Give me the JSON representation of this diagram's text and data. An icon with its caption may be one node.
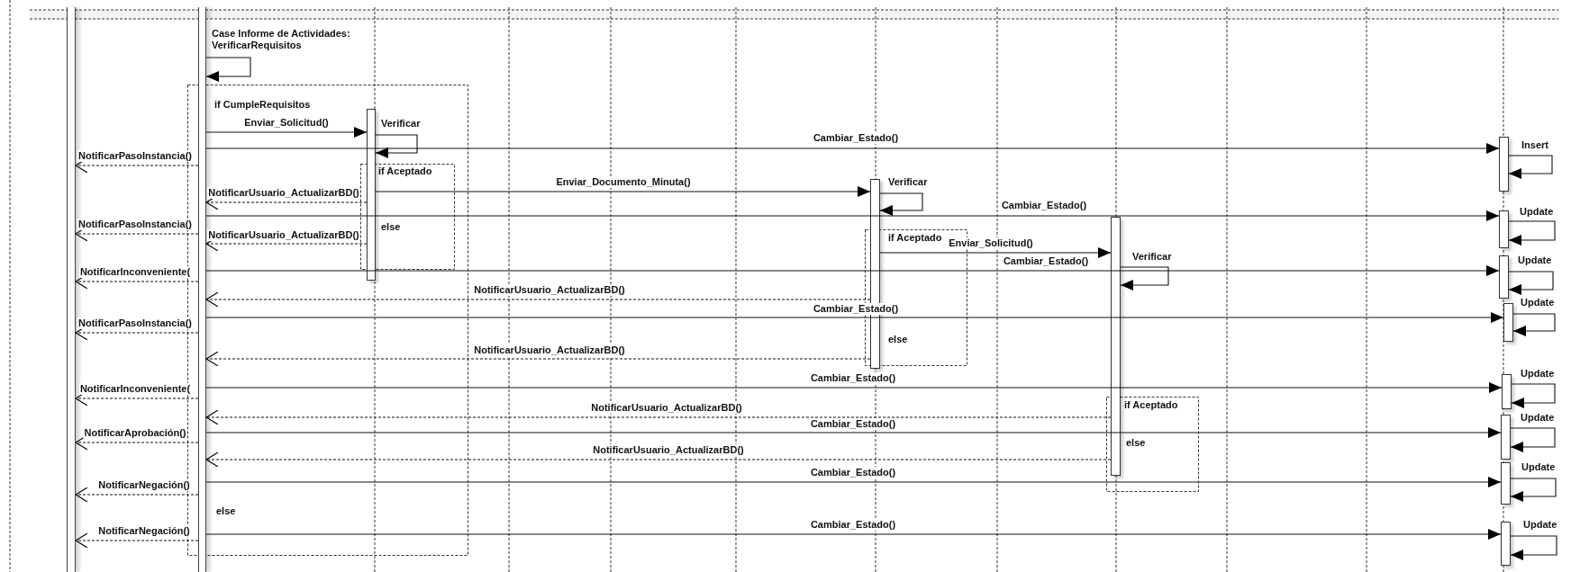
{
  "diagram": {
    "nodes": [
      {
        "text": [],
        "shape": "bar"
      },
      {
        "text": [],
        "shape": "bar"
      },
      {
        "text": [],
        "shape": "bar"
      },
      {
        "text": [],
        "shape": "bar"
      },
      {
        "text": [],
        "shape": "bar"
      },
      {
        "text": [],
        "shape": "bar"
      },
      {
        "text": [],
        "shape": "bar"
      },
      {
        "text": [],
        "shape": "bar"
      },
      {
        "text": [],
        "shape": "bar"
      },
      {
        "text": [],
        "shape": "bar"
      },
      {
        "text": [],
        "shape": "bar"
      },
      {
        "text": [],
        "shape": "bar"
      },
      {
        "text": [],
        "shape": "bar"
      }
    ],
    "edges": [
      {
        "from": 1,
        "to": 1,
        "arrow": "to",
        "label": "Case Informe de Actividades: VerificarRequisitos"
      },
      {
        "from": 1,
        "to": 2,
        "arrow": "to",
        "label": "Enviar_Solicitud()"
      },
      {
        "from": 2,
        "to": 2,
        "arrow": "to",
        "label": "Verificar"
      },
      {
        "from": 1,
        "to": 5,
        "arrow": "to",
        "label": "Cambiar_Estado()"
      },
      {
        "from": 5,
        "to": 5,
        "arrow": "to",
        "label": "Insert"
      },
      {
        "from": 1,
        "to": 0,
        "arrow": "to",
        "label": "NotificarPasoInstancia()",
        "style": "dashed"
      },
      {
        "from": 2,
        "to": 3,
        "arrow": "to",
        "label": "Enviar_Documento_Minuta()"
      },
      {
        "from": 2,
        "to": 1,
        "arrow": "to",
        "label": "NotificarUsuario_ActualizarBD()",
        "style": "dashed"
      },
      {
        "from": 3,
        "to": 3,
        "arrow": "to",
        "label": "Verificar"
      },
      {
        "from": 1,
        "to": 6,
        "arrow": "to",
        "label": "Cambiar_Estado()"
      },
      {
        "from": 6,
        "to": 6,
        "arrow": "to",
        "label": "Update"
      },
      {
        "from": 1,
        "to": 0,
        "arrow": "to",
        "label": "NotificarPasoInstancia()",
        "style": "dashed"
      },
      {
        "from": 2,
        "to": 1,
        "arrow": "to",
        "label": "NotificarUsuario_ActualizarBD()",
        "style": "dashed"
      },
      {
        "from": 3,
        "to": 4,
        "arrow": "to",
        "label": "Enviar_Solicitud()"
      },
      {
        "from": 1,
        "to": 7,
        "arrow": "to",
        "label": "Cambiar_Estado()"
      },
      {
        "from": 7,
        "to": 7,
        "arrow": "to",
        "label": "Update"
      },
      {
        "from": 4,
        "to": 4,
        "arrow": "to",
        "label": "Verificar"
      },
      {
        "from": 1,
        "to": 0,
        "arrow": "to",
        "label": "NotificarInconveniente(",
        "style": "dashed"
      },
      {
        "from": 3,
        "to": 1,
        "arrow": "to",
        "label": "NotificarUsuario_ActualizarBD()",
        "style": "dashed"
      },
      {
        "from": 1,
        "to": 8,
        "arrow": "to",
        "label": "Cambiar_Estado()"
      },
      {
        "from": 8,
        "to": 8,
        "arrow": "to",
        "label": "Update"
      },
      {
        "from": 1,
        "to": 0,
        "arrow": "to",
        "label": "NotificarPasoInstancia()",
        "style": "dashed"
      },
      {
        "from": 3,
        "to": 1,
        "arrow": "to",
        "label": "NotificarUsuario_ActualizarBD()",
        "style": "dashed"
      },
      {
        "from": 1,
        "to": 9,
        "arrow": "to",
        "label": "Cambiar_Estado()"
      },
      {
        "from": 9,
        "to": 9,
        "arrow": "to",
        "label": "Update"
      },
      {
        "from": 1,
        "to": 0,
        "arrow": "to",
        "label": "NotificarInconveniente(",
        "style": "dashed"
      },
      {
        "from": 4,
        "to": 1,
        "arrow": "to",
        "label": "NotificarUsuario_ActualizarBD()",
        "style": "dashed"
      },
      {
        "from": 1,
        "to": 10,
        "arrow": "to",
        "label": "Cambiar_Estado()"
      },
      {
        "from": 10,
        "to": 10,
        "arrow": "to",
        "label": "Update"
      },
      {
        "from": 1,
        "to": 0,
        "arrow": "to",
        "label": "NotificarAprobación()",
        "style": "dashed"
      },
      {
        "from": 4,
        "to": 1,
        "arrow": "to",
        "label": "NotificarUsuario_ActualizarBD()",
        "style": "dashed"
      },
      {
        "from": 1,
        "to": 11,
        "arrow": "to",
        "label": "Cambiar_Estado()"
      },
      {
        "from": 11,
        "to": 11,
        "arrow": "to",
        "label": "Update"
      },
      {
        "from": 1,
        "to": 0,
        "arrow": "to",
        "label": "NotificarNegación()",
        "style": "dashed"
      },
      {
        "from": 1,
        "to": 12,
        "arrow": "to",
        "label": "Cambiar_Estado()"
      },
      {
        "from": 12,
        "to": 12,
        "arrow": "to",
        "label": "Update"
      },
      {
        "from": 1,
        "to": 0,
        "arrow": "to",
        "label": "NotificarNegación()",
        "style": "dashed"
      }
    ],
    "labels": [
      "if CumpleRequisitos",
      "if Aceptado",
      "else",
      "if Aceptado",
      "else",
      "if Aceptado",
      "else",
      "else"
    ]
  }
}
